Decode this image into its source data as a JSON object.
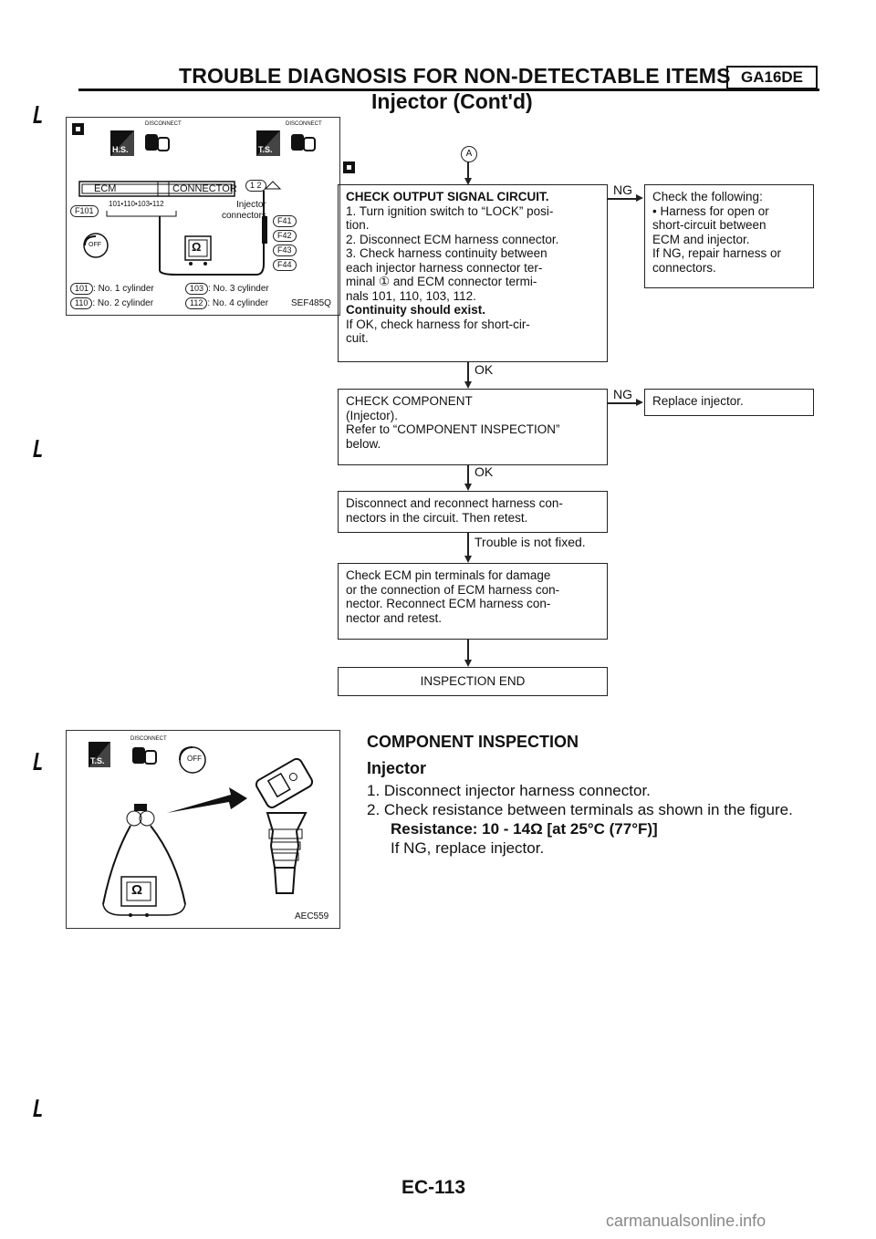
{
  "header": {
    "title": "TROUBLE DIAGNOSIS FOR NON-DETECTABLE ITEMS",
    "badge": "GA16DE",
    "subtitle": "Injector (Cont'd)"
  },
  "figure1": {
    "disconnect_label": "DISCONNECT",
    "hs_label": "H.S.",
    "ts_label": "T.S.",
    "ecm_label": "ECM",
    "connector_label": "CONNECTOR",
    "f101": "F101",
    "pins": "101•110•103•112",
    "injector_label": "Injector",
    "connectors_label": "connectors",
    "connector_ids": [
      "F41",
      "F42",
      "F43",
      "F44"
    ],
    "pin_12": "1 2",
    "off_label": "OFF",
    "ohm": "Ω",
    "legend": [
      {
        "id": "101",
        "text": ": No. 1 cylinder"
      },
      {
        "id": "110",
        "text": ": No. 2 cylinder"
      },
      {
        "id": "103",
        "text": ": No. 3 cylinder"
      },
      {
        "id": "112",
        "text": ": No. 4 cylinder"
      }
    ],
    "code": "SEF485Q"
  },
  "flow": {
    "marker": "A",
    "step1": {
      "title": "CHECK OUTPUT SIGNAL CIRCUIT.",
      "lines": [
        "1. Turn ignition switch to “LOCK” posi-",
        "    tion.",
        "2. Disconnect ECM harness connector.",
        "3. Check harness continuity between",
        "    each injector harness connector ter-",
        "    minal ① and ECM connector termi-",
        "    nals 101, 110, 103, 112."
      ],
      "bold": "Continuity should exist.",
      "tail": [
        "If OK, check harness for short-cir-",
        "cuit."
      ]
    },
    "ng1": "NG",
    "ng1_box": [
      "Check the following:",
      "• Harness for open or",
      "   short-circuit between",
      "   ECM and injector.",
      "If NG, repair harness or",
      "connectors."
    ],
    "ok1": "OK",
    "step2": [
      "CHECK COMPONENT",
      "(Injector).",
      "Refer to “COMPONENT INSPECTION”",
      "below."
    ],
    "ng2": "NG",
    "ng2_box": "Replace injector.",
    "ok2": "OK",
    "step3": [
      "Disconnect and reconnect harness con-",
      "nectors in the circuit. Then retest."
    ],
    "trouble": "Trouble is not fixed.",
    "step4": [
      "Check ECM pin terminals for damage",
      "or the connection of ECM harness con-",
      "nector. Reconnect ECM harness con-",
      "nector and retest."
    ],
    "end": "INSPECTION END"
  },
  "figure2": {
    "disconnect_label": "DISCONNECT",
    "ts_label": "T.S.",
    "off_label": "OFF",
    "ohm": "Ω",
    "code": "AEC559"
  },
  "component": {
    "title": "COMPONENT INSPECTION",
    "subtitle": "Injector",
    "steps": [
      "1.  Disconnect injector harness connector.",
      "2.  Check resistance between terminals as shown in the figure."
    ],
    "spec": "Resistance: 10 - 14Ω [at 25°C (77°F)]",
    "note": "If NG, replace injector."
  },
  "footer": {
    "page": "EC-113"
  },
  "watermark": "carmanualsonline.info"
}
